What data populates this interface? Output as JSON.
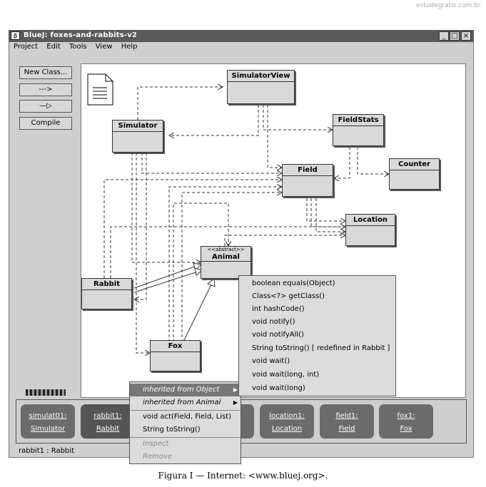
{
  "watermark": "estudegratis.com.br",
  "window": {
    "title": "BlueJ:  foxes-and-rabbits-v2",
    "app_icon": "bluej-icon"
  },
  "window_controls": {
    "minimize": "_",
    "maximize": "□",
    "close": "×"
  },
  "menubar": [
    "Project",
    "Edit",
    "Tools",
    "View",
    "Help"
  ],
  "toolbar": {
    "new_class": "New Class...",
    "dependency_arrow": "--->",
    "inherit_arrow": "—▷",
    "compile": "Compile"
  },
  "classes": {
    "simulator_view": "SimulatorView",
    "field_stats": "FieldStats",
    "simulator": "Simulator",
    "counter": "Counter",
    "field": "Field",
    "location": "Location",
    "animal": "Animal",
    "animal_stereotype": "<<abstract>>",
    "rabbit": "Rabbit",
    "fox": "Fox"
  },
  "object_bench": [
    {
      "name": "simulat01:",
      "type": "Simulator"
    },
    {
      "name": "rabbit1:",
      "type": "Rabbit"
    },
    {
      "name": "location1:",
      "type": "Location"
    },
    {
      "name": "field1:",
      "type": "Field"
    },
    {
      "name": "fox1:",
      "type": "Fox"
    }
  ],
  "status": "rabbit1 : Rabbit",
  "context_menu": {
    "inherited_object": "inherited from Object",
    "inherited_animal": "inherited from Animal",
    "act": "void act(Field, Field, List)",
    "to_string": "String toString()",
    "inspect": "Inspect",
    "remove": "Remove"
  },
  "submenu": [
    "boolean equals(Object)",
    "Class<?> getClass()",
    "int hashCode()",
    "void notify()",
    "void notifyAll()",
    "String toString()   [ redefined in Rabbit ]",
    "void wait()",
    "void wait(long, int)",
    "void wait(long)"
  ],
  "caption": "Figura I — Internet: <www.bluej.org>."
}
